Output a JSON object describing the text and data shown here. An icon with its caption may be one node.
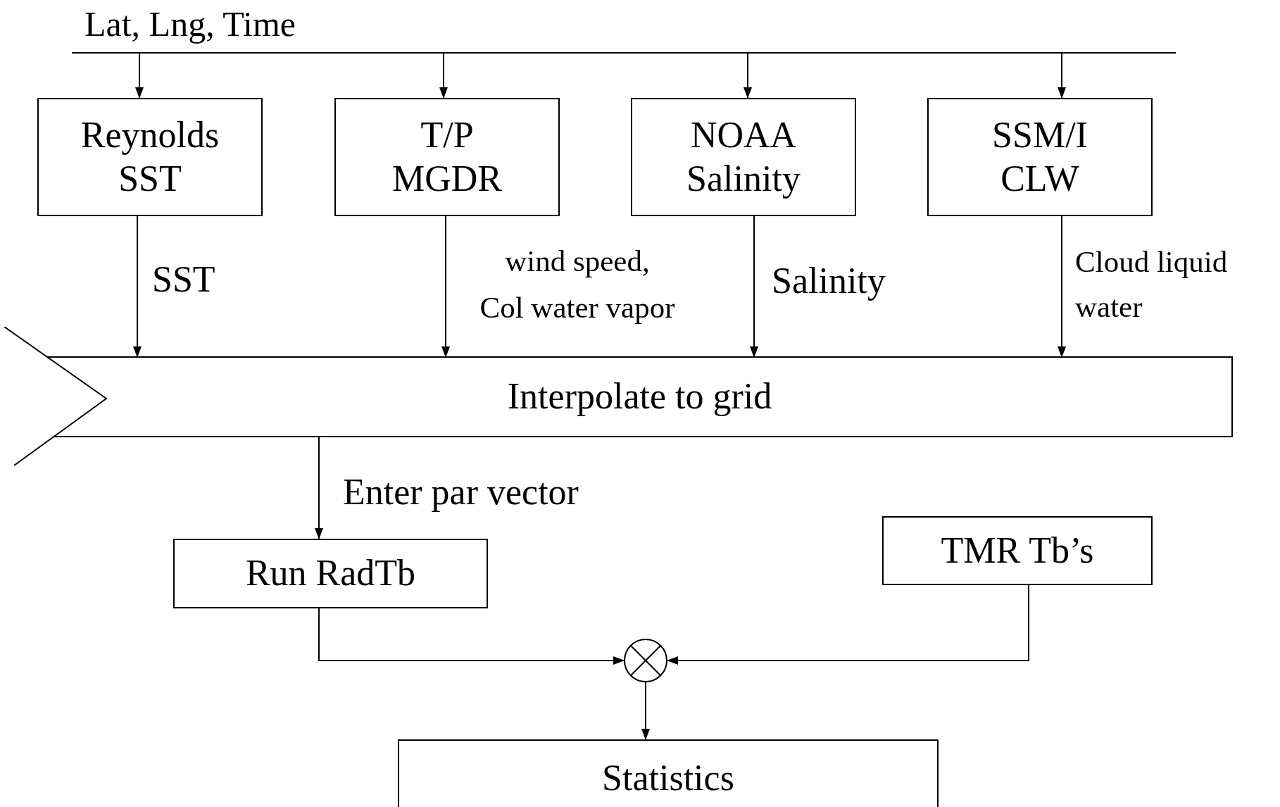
{
  "diagram": {
    "nodes": [
      {
        "text": [
          "Lat, Lng, Time"
        ]
      },
      {
        "text": [
          "Reynolds SST"
        ]
      },
      {
        "text": [
          "T/P MGDR"
        ]
      },
      {
        "text": [
          "NOAA Salinity"
        ]
      },
      {
        "text": [
          "SSM/I CLW"
        ]
      },
      {
        "text": [
          "Interpolate to grid"
        ]
      },
      {
        "text": [
          "Run RadTb"
        ]
      },
      {
        "text": [
          "TMR Tb’s"
        ]
      },
      {
        "text": [],
        "shape": "circle"
      },
      {
        "text": [
          "Statistics"
        ]
      }
    ],
    "edges": [
      {
        "from": 0,
        "to": 1,
        "arrow": "to"
      },
      {
        "from": 0,
        "to": 2,
        "arrow": "to"
      },
      {
        "from": 0,
        "to": 3,
        "arrow": "to"
      },
      {
        "from": 0,
        "to": 4,
        "arrow": "to"
      },
      {
        "from": 1,
        "to": 5,
        "arrow": "to",
        "label": "SST"
      },
      {
        "from": 2,
        "to": 5,
        "arrow": "to",
        "label": "wind speed, Col water vapor"
      },
      {
        "from": 3,
        "to": 5,
        "arrow": "to",
        "label": "Salinity"
      },
      {
        "from": 4,
        "to": 5,
        "arrow": "to",
        "label": "Cloud liquid water"
      },
      {
        "from": 5,
        "to": 6,
        "arrow": "to",
        "label": "Enter par vector"
      },
      {
        "from": 6,
        "to": 8,
        "arrow": "to"
      },
      {
        "from": 7,
        "to": 8,
        "arrow": "to"
      },
      {
        "from": 8,
        "to": 9,
        "arrow": "to"
      }
    ]
  }
}
